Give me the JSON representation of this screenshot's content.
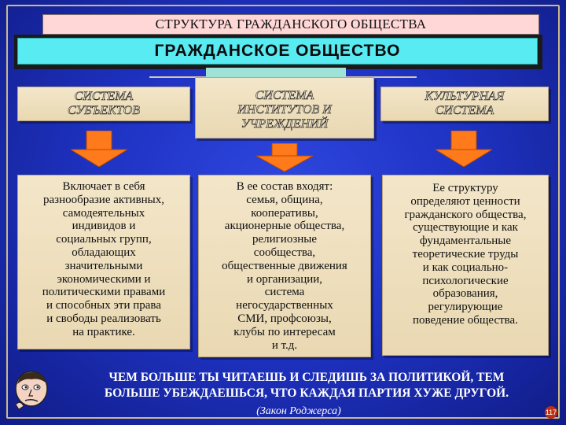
{
  "header": {
    "slide_title": "СТРУКТУРА ГРАЖДАНСКОГО ОБЩЕСТВА",
    "main_title": "ГРАЖДАНСКОЕ ОБЩЕСТВО"
  },
  "columns": [
    {
      "heading": "СИСТЕМА СУБЪЕКТОВ",
      "description": [
        "Включает в себя",
        "разнообразие активных,",
        "самодеятельных",
        "индивидов и",
        "социальных групп,",
        "обладающих",
        "значительными",
        "экономическими и",
        "политическими правами",
        "и способных эти права",
        "и свободы реализовать",
        "на практике."
      ]
    },
    {
      "heading": "СИСТЕМА ИНСТИТУТОВ И УЧРЕЖДЕНИЙ",
      "description": [
        "В ее состав входят:",
        "семья, община,",
        "кооперативы,",
        "акционерные общества,",
        "религиозные",
        "сообщества,",
        "общественные движения",
        "и организации,",
        "система",
        "негосударственных",
        "СМИ, профсоюзы,",
        "клубы по интересам",
        "и т.д."
      ]
    },
    {
      "heading": "КУЛЬТУРНАЯ СИСТЕМА",
      "description": [
        "Ее структуру",
        "определяют ценности",
        "гражданского общества,",
        "существующие и как",
        "фундаментальные",
        "теоретические труды",
        "и как социально-",
        "психологические",
        "образования,",
        "регулирующие",
        "поведение общества."
      ]
    }
  ],
  "quote": {
    "text_line1": "ЧЕМ БОЛЬШЕ ТЫ ЧИТАЕШЬ И СЛЕДИШЬ ЗА ПОЛИТИКОЙ, ТЕМ",
    "text_line2": "БОЛЬШЕ УБЕЖДАЕШЬСЯ, ЧТО КАЖДАЯ ПАРТИЯ ХУЖЕ ДРУГОЙ.",
    "author": "(Закон Роджерса)"
  },
  "page_number": "117",
  "icons": {
    "arrow": "down-arrow-icon",
    "face": "thinking-face-icon"
  },
  "colors": {
    "background": "#1f33c4",
    "card": "#f0e2c2",
    "title_bar": "#59ebf2",
    "arrow": "#ff7a1a"
  }
}
